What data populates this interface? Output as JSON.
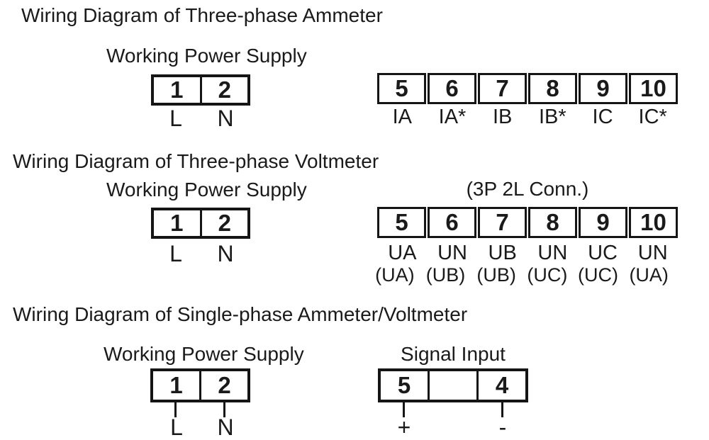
{
  "page": {
    "background": "#ffffff",
    "ink": "#1a1a1a",
    "line_color": "#151515"
  },
  "sections": [
    {
      "title": "Wiring Diagram of Three-phase Ammeter",
      "power": {
        "label": "Working Power Supply",
        "terminals": [
          "1",
          "2"
        ],
        "pins": [
          "L",
          "N"
        ]
      },
      "signal": {
        "terminals": [
          "5",
          "6",
          "7",
          "8",
          "9",
          "10"
        ],
        "pins": [
          "IA",
          "IA*",
          "IB",
          "IB*",
          "IC",
          "IC*"
        ]
      }
    },
    {
      "title": "Wiring Diagram of Three-phase Voltmeter",
      "power": {
        "label": "Working Power Supply",
        "terminals": [
          "1",
          "2"
        ],
        "pins": [
          "L",
          "N"
        ]
      },
      "signal": {
        "header": "(3P 2L Conn.)",
        "terminals": [
          "5",
          "6",
          "7",
          "8",
          "9",
          "10"
        ],
        "pins": [
          "UA",
          "UN",
          "UB",
          "UN",
          "UC",
          "UN"
        ],
        "alt_pins": [
          "(UA)",
          "(UB)",
          "(UB)",
          "(UC)",
          "(UC)",
          "(UA)"
        ]
      }
    },
    {
      "title": "Wiring Diagram of Single-phase Ammeter/Voltmeter",
      "power": {
        "label": "Working Power Supply",
        "terminals": [
          "1",
          "2"
        ],
        "pins": [
          "L",
          "N"
        ]
      },
      "signal": {
        "header": "Signal Input",
        "terminals": [
          "5",
          "",
          "4"
        ],
        "pins": [
          "+",
          "-"
        ]
      }
    }
  ]
}
